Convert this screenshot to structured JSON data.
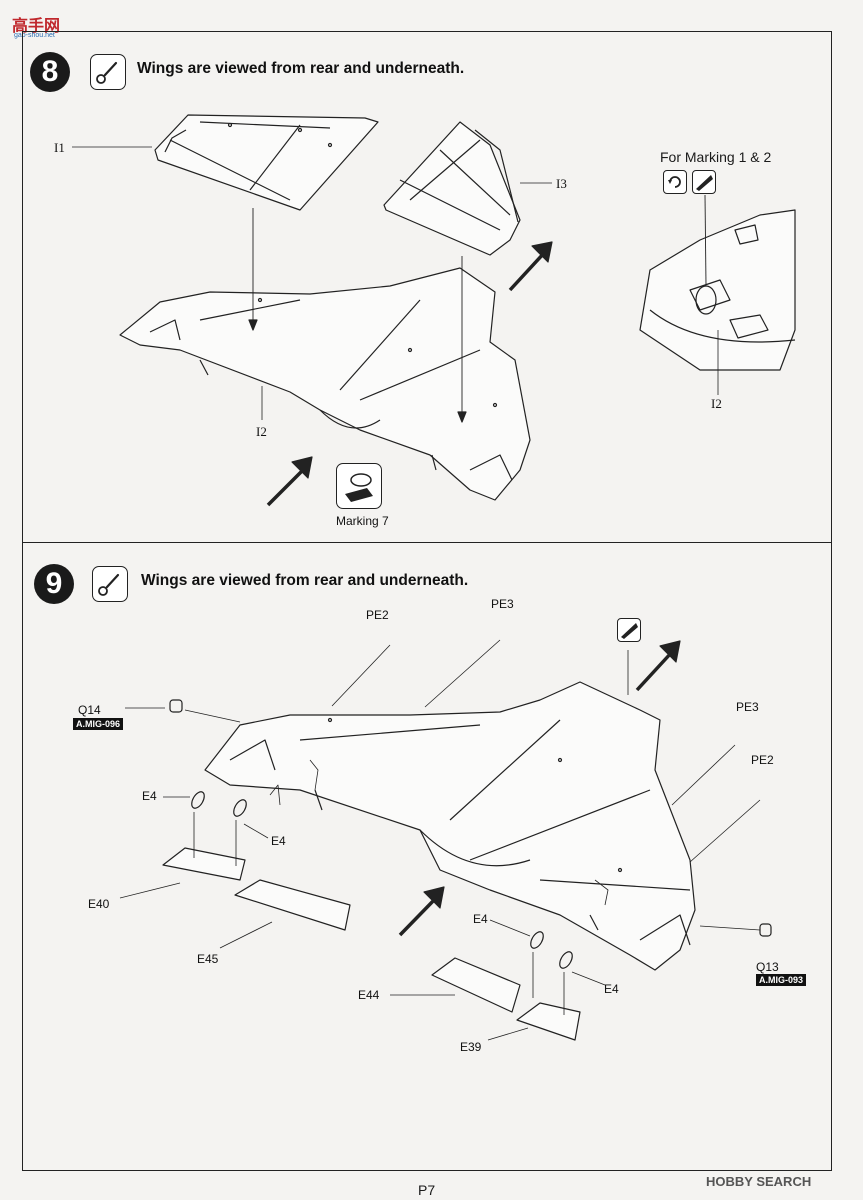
{
  "logo": {
    "text": "高手网",
    "subtext": "gao-shou.net"
  },
  "step8": {
    "number": "8",
    "instruction": "Wings are viewed from rear and underneath.",
    "labels": {
      "i1": "I1",
      "i2": "I2",
      "i3": "I3",
      "i2_detail": "I2"
    },
    "marking_title": "For Marking 1 & 2",
    "marking_caption": "Marking 7"
  },
  "step9": {
    "number": "9",
    "instruction": "Wings are viewed from rear and underneath.",
    "labels": {
      "pe2_top": "PE2",
      "pe3_top": "PE3",
      "pe3_right": "PE3",
      "pe2_right": "PE2",
      "q14": "Q14",
      "q13": "Q13",
      "e4_a": "E4",
      "e4_b": "E4",
      "e4_c": "E4",
      "e4_d": "E4",
      "e40": "E40",
      "e45": "E45",
      "e44": "E44",
      "e39": "E39"
    },
    "badges": {
      "q14_paint": "A.MIG-096",
      "q13_paint": "A.MIG-093"
    }
  },
  "footer": {
    "page": "P7",
    "watermark": "HOBBY SEARCH"
  },
  "colors": {
    "ink": "#1a1a1a",
    "paper": "#f4f3f1",
    "logo_red": "#c0282d",
    "logo_blue": "#2a6db3"
  }
}
